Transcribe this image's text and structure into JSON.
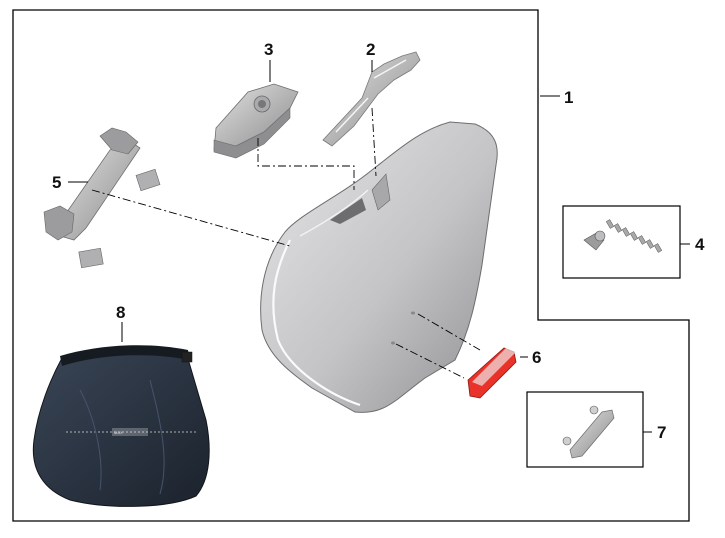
{
  "callouts": {
    "c1": "1",
    "c2": "2",
    "c3": "3",
    "c4": "4",
    "c5": "5",
    "c6": "6",
    "c7": "7",
    "c8": "8"
  },
  "parts": {
    "p1": "side-case-icon",
    "p2": "carry-handle-icon",
    "p3": "lock-cover-icon",
    "p4": "lock-cylinder-set-icon",
    "p5": "mounting-bracket-icon",
    "p6": "reflector-icon",
    "p7": "grip-strip-icon",
    "p8": "inner-bag-icon"
  },
  "colors": {
    "case": "#c8c8c9",
    "reflector": "#e8322a",
    "bag": "#27313f",
    "line": "#000000"
  }
}
